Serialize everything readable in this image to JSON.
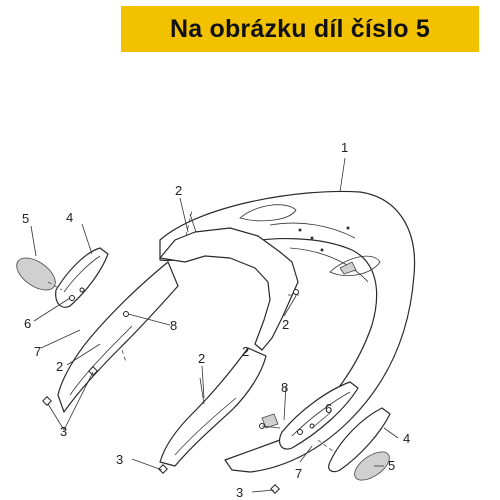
{
  "banner": {
    "text": "Na obrázku díl číslo 5",
    "color": "#f2c200"
  },
  "callouts": [
    {
      "id": "c1",
      "label": "1"
    },
    {
      "id": "c2a",
      "label": "2"
    },
    {
      "id": "c2b",
      "label": "2"
    },
    {
      "id": "c2c",
      "label": "2"
    },
    {
      "id": "c2d",
      "label": "2"
    },
    {
      "id": "c2e",
      "label": "2"
    },
    {
      "id": "c3a",
      "label": "3"
    },
    {
      "id": "c3b",
      "label": "3"
    },
    {
      "id": "c3c",
      "label": "3"
    },
    {
      "id": "c4a",
      "label": "4"
    },
    {
      "id": "c4b",
      "label": "4"
    },
    {
      "id": "c5a",
      "label": "5"
    },
    {
      "id": "c5b",
      "label": "5"
    },
    {
      "id": "c6a",
      "label": "6"
    },
    {
      "id": "c6b",
      "label": "6"
    },
    {
      "id": "c7a",
      "label": "7"
    },
    {
      "id": "c7b",
      "label": "7"
    },
    {
      "id": "c8a",
      "label": "8"
    },
    {
      "id": "c8b",
      "label": "8"
    }
  ]
}
